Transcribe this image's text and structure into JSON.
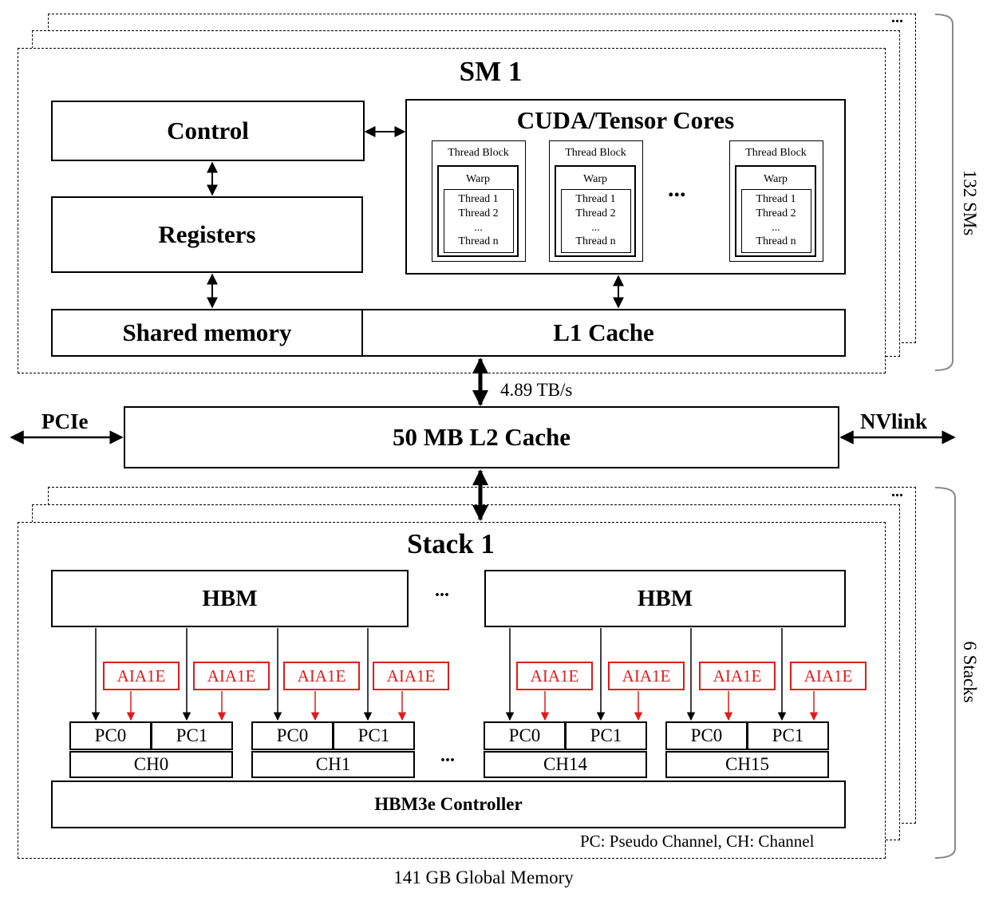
{
  "sm": {
    "title": "SM 1",
    "count_label": "132 SMs",
    "control": "Control",
    "registers": "Registers",
    "shared_memory": "Shared memory",
    "l1_cache": "L1 Cache",
    "cores_title": "CUDA/Tensor Cores",
    "ellipsis": "...",
    "thread_blocks": [
      {
        "title": "Thread Block",
        "warp": "Warp",
        "threads": [
          "Thread 1",
          "Thread 2",
          "...",
          "Thread n"
        ]
      },
      {
        "title": "Thread Block",
        "warp": "Warp",
        "threads": [
          "Thread 1",
          "Thread 2",
          "...",
          "Thread n"
        ]
      },
      {
        "title": "Thread Block",
        "warp": "Warp",
        "threads": [
          "Thread 1",
          "Thread 2",
          "...",
          "Thread n"
        ]
      }
    ]
  },
  "interconnect": {
    "bandwidth": "4.89 TB/s",
    "pcie": "PCIe",
    "nvlink": "NVlink",
    "l2_cache": "50 MB L2 Cache"
  },
  "stack": {
    "title": "Stack 1",
    "count_label": "6 Stacks",
    "hbm_left": "HBM",
    "hbm_right": "HBM",
    "ellipsis": "...",
    "aia_label": "AIA1E",
    "channels": [
      {
        "name": "CH0",
        "pcs": [
          "PC0",
          "PC1"
        ]
      },
      {
        "name": "CH1",
        "pcs": [
          "PC0",
          "PC1"
        ]
      },
      {
        "name": "CH14",
        "pcs": [
          "PC0",
          "PC1"
        ]
      },
      {
        "name": "CH15",
        "pcs": [
          "PC0",
          "PC1"
        ]
      }
    ],
    "controller": "HBM3e Controller",
    "legend": "PC: Pseudo Channel, CH: Channel",
    "global_memory": "141 GB Global Memory"
  },
  "colors": {
    "accent_red": "#e01b1b",
    "line": "#000000"
  }
}
